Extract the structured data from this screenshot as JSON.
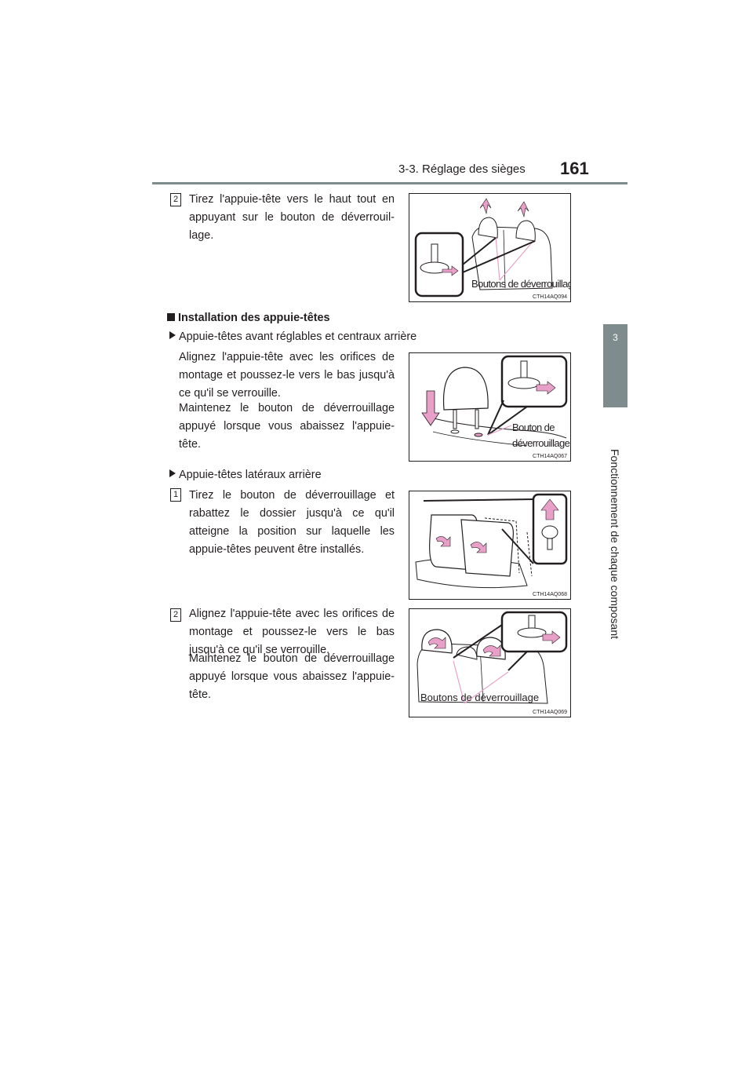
{
  "header": {
    "section": "3-3. Réglage des sièges",
    "page_number": "161"
  },
  "side_tab": {
    "chapter_number": "3",
    "chapter_title": "Fonctionnement de chaque composant"
  },
  "step_top": {
    "number": "2",
    "text": "Tirez l'appuie-tête vers le haut tout en appuyant sur le bouton de déverrouil-lage.",
    "figure_label": "Boutons de déverrouillage",
    "figure_code": "CTH14AQ094"
  },
  "heading": "Installation des appuie-têtes",
  "front": {
    "subheading": "Appuie-têtes avant réglables et centraux arrière",
    "para1": "Alignez l'appuie-tête avec les orifices de montage et poussez-le vers le bas jusqu'à ce qu'il se verrouille.",
    "para2": "Maintenez le bouton de déverrouillage appuyé lorsque vous abaissez l'appuie-tête.",
    "figure_label_1": "Bouton de",
    "figure_label_2": "déverrouillage",
    "figure_code": "CTH14AQ067"
  },
  "rear": {
    "subheading": "Appuie-têtes latéraux arrière",
    "step1": {
      "number": "1",
      "text": "Tirez le bouton de déverrouillage et rabattez le dossier jusqu'à ce qu'il atteigne la position sur laquelle les appuie-têtes peuvent être installés.",
      "figure_code": "CTH14AQ068"
    },
    "step2": {
      "number": "2",
      "para1": "Alignez l'appuie-tête avec les orifices de montage et poussez-le vers le bas jusqu'à ce qu'il se verrouille.",
      "para2": "Maintenez le bouton de déverrouillage appuyé lorsque vous abaissez l'appuie-tête.",
      "figure_label": "Boutons de déverrouillage",
      "figure_code": "CTH14AQ069"
    }
  },
  "colors": {
    "accent_gray": "#7f8c8d",
    "arrow_pink": "#e8a0c8",
    "text": "#231f20"
  }
}
